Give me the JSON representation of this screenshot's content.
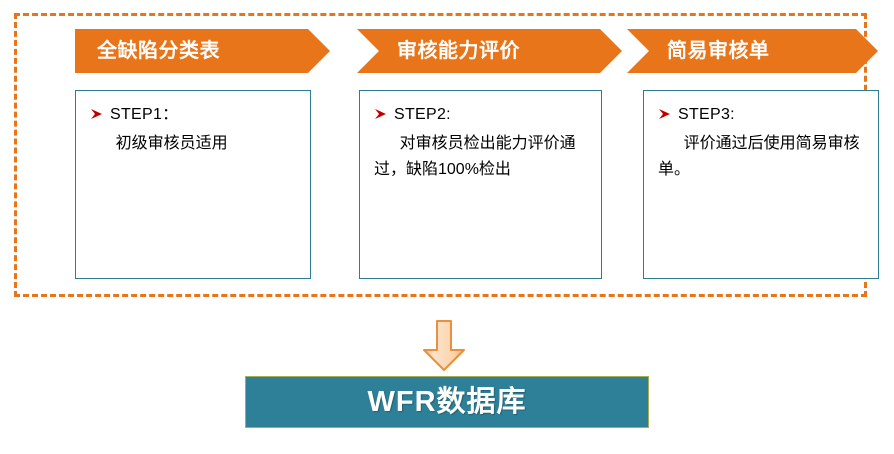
{
  "frame": {
    "border_color": "#E8751A",
    "border_style": "dashed"
  },
  "steps": [
    {
      "banner_label": "全缺陷分类表",
      "banner_shape": "flat-left-pointed-right",
      "title": "STEP1：",
      "body": "初级审核员适用"
    },
    {
      "banner_label": "审核能力评价",
      "banner_shape": "chevron",
      "title": "STEP2:",
      "body": "对审核员检出能力评价通过，缺陷100%检出"
    },
    {
      "banner_label": "简易审核单",
      "banner_shape": "chevron",
      "title": "STEP3:",
      "body": "评价通过后使用简易审核单。"
    }
  ],
  "flow": {
    "arrow_icon": "down-arrow-icon",
    "arrow_fill": "#FBD9B5",
    "arrow_stroke": "#E8903E"
  },
  "database": {
    "label": "WFR数据库",
    "fill_color": "#2E8098",
    "border_color": "#A8AE52",
    "text_color": "#FFFFFF"
  },
  "theme": {
    "banner_orange": "#E8751A",
    "box_border_teal": "#2E7C94",
    "bullet_red": "#C00000"
  }
}
